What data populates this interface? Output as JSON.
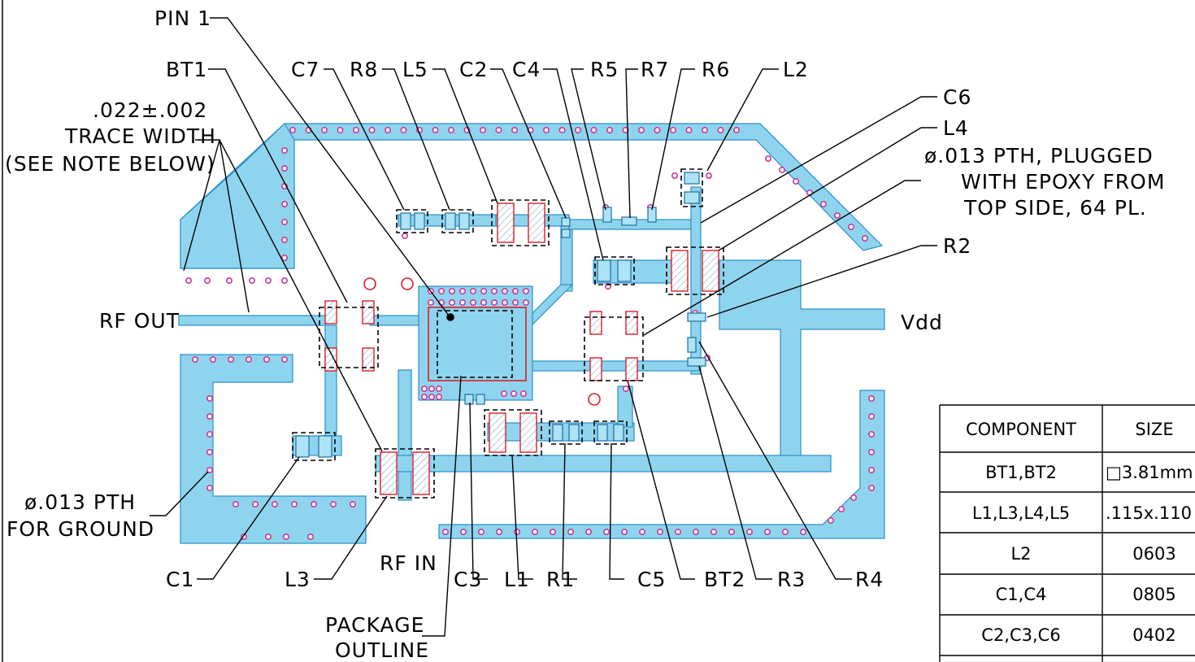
{
  "labels": {
    "pin1": "PIN 1",
    "bt1": "BT1",
    "c7": "C7",
    "r8": "R8",
    "l5": "L5",
    "c2": "C2",
    "c4": "C4",
    "r5": "R5",
    "r7": "R7",
    "r6": "R6",
    "l2": "L2",
    "c6": "C6",
    "l4": "L4",
    "pth_note_1": "ø.013 PTH, PLUGGED",
    "pth_note_2": "WITH EPOXY FROM",
    "pth_note_3": "TOP SIDE, 64 PL.",
    "r2": "R2",
    "trace_1": ".022±.002",
    "trace_2": "TRACE WIDTH",
    "trace_3": "(SEE NOTE BELOW)",
    "rf_out": "RF OUT",
    "vdd": "Vdd",
    "ground_1": "ø.013 PTH",
    "ground_2": "FOR GROUND",
    "c1": "C1",
    "l3": "L3",
    "rf_in": "RF IN",
    "c3": "C3",
    "l1": "L1",
    "r1": "R1",
    "c5": "C5",
    "bt2": "BT2",
    "r3": "R3",
    "r4": "R4",
    "package_1": "PACKAGE",
    "package_2": "OUTLINE"
  },
  "table": {
    "headers": [
      "COMPONENT",
      "SIZE"
    ],
    "rows": [
      [
        "BT1,BT2",
        "□3.81mm"
      ],
      [
        "L1,L3,L4,L5",
        ".115x.110"
      ],
      [
        "L2",
        "0603"
      ],
      [
        "C1,C4",
        "0805"
      ],
      [
        "C2,C3,C6",
        "0402"
      ]
    ]
  },
  "colors": {
    "copper": "#8fd4ee",
    "via_ring": "#c8389a",
    "pad_outline": "#d8202a"
  }
}
